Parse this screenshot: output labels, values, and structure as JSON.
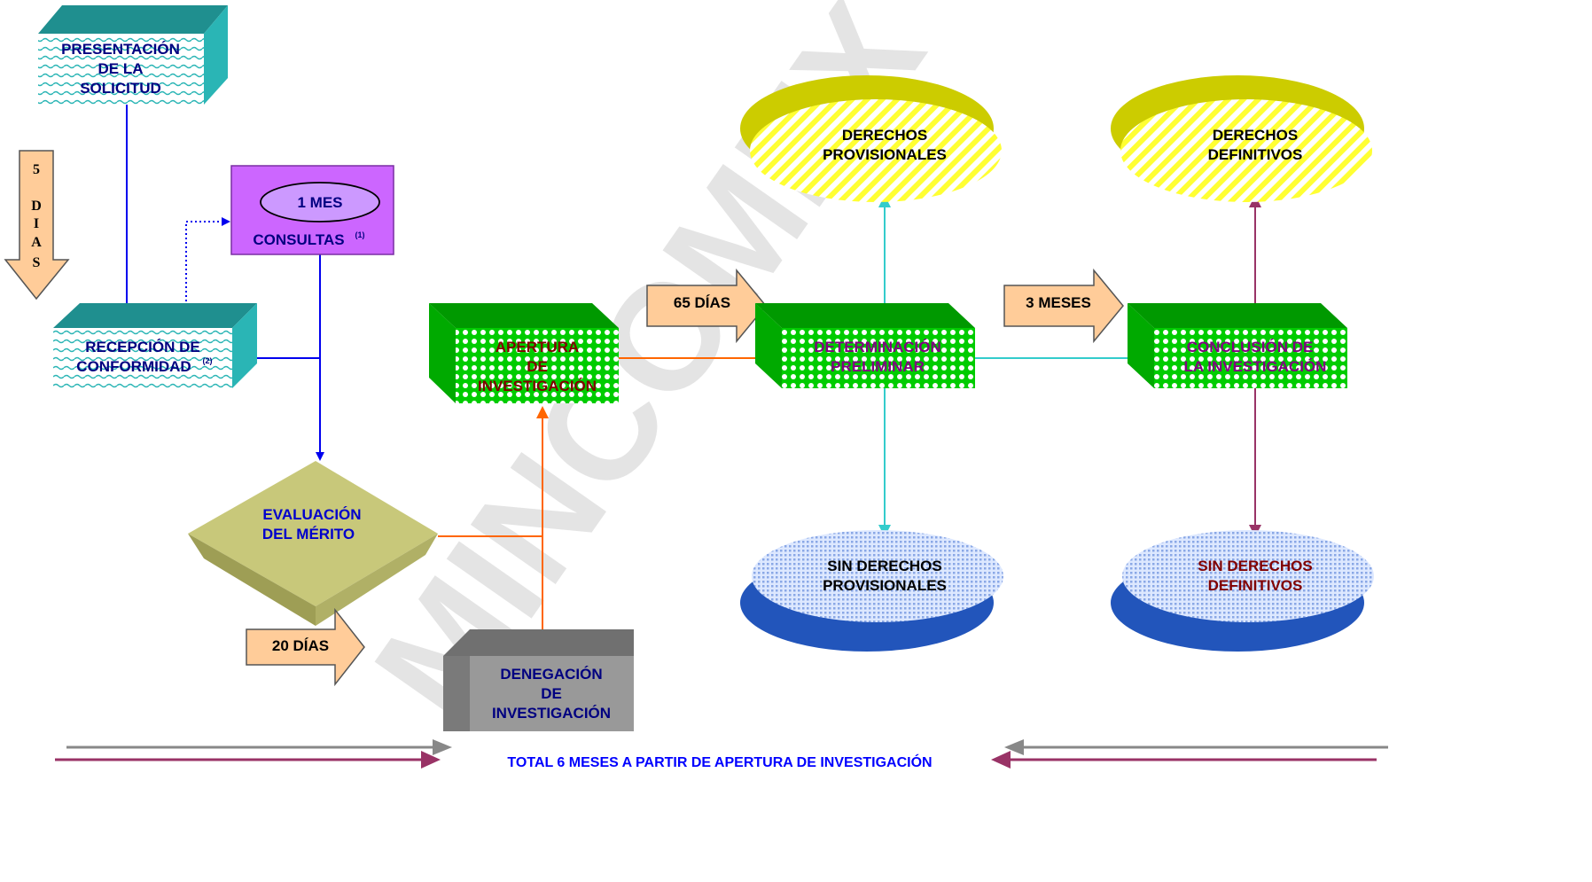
{
  "watermark": "MINCOMEX",
  "colors": {
    "teal_box": "#2ab5b5",
    "consultas_box": "#cc66ff",
    "green_box": "#00cc00",
    "gray_box": "#999999",
    "merit_diamond": "#c8c87a",
    "yellow_disc": "#ffff33",
    "blue_disc": "#3366cc",
    "blue_arrow": "#0000ee",
    "orange_arrow": "#ff6600",
    "cyan_arrow": "#33cccc",
    "purple_arrow": "#993366",
    "label_blue": "#000080",
    "label_red": "#800000",
    "label_purple": "#800080",
    "timer_fill": "#ffcc99",
    "footer_text": "#0000ff"
  },
  "nodes": {
    "presentacion": {
      "lines": [
        "PRESENTACIÓN",
        "DE LA",
        "SOLICITUD"
      ]
    },
    "recepcion": {
      "lines": [
        "RECEPCIÓN DE",
        "CONFORMIDAD"
      ],
      "footnote": "(2)"
    },
    "consultas": {
      "oval": "1 MES",
      "label": "CONSULTAS",
      "footnote": "(1)"
    },
    "evaluacion": {
      "lines": [
        "EVALUACIÓN",
        "DEL MÉRITO"
      ]
    },
    "denegacion": {
      "lines": [
        "DENEGACIÓN",
        "DE",
        "INVESTIGACIÓN"
      ]
    },
    "apertura": {
      "lines": [
        "APERTURA",
        "DE",
        "INVESTIGACIÓN"
      ]
    },
    "determinacion": {
      "lines": [
        "DETERMINACIÓN",
        "PRELIMINAR"
      ]
    },
    "conclusion": {
      "lines": [
        "CONCLUSIÓN DE",
        "LA INVESTIGACIÓN"
      ]
    },
    "derechos_provisionales": {
      "lines": [
        "DERECHOS",
        "PROVISIONALES"
      ]
    },
    "derechos_definitivos": {
      "lines": [
        "DERECHOS",
        "DEFINITIVOS"
      ]
    },
    "sin_provisionales": {
      "lines": [
        "SIN DERECHOS",
        "PROVISIONALES"
      ]
    },
    "sin_definitivos": {
      "lines": [
        "SIN DERECHOS",
        "DEFINITIVOS"
      ]
    }
  },
  "timers": {
    "cinco_dias": [
      "5",
      "D",
      "I",
      "A",
      "S"
    ],
    "veinte_dias": "20 DÍAS",
    "sesenta_cinco_dias": "65 DÍAS",
    "tres_meses": "3 MESES"
  },
  "footer": "TOTAL 6 MESES A PARTIR DE APERTURA DE INVESTIGACIÓN"
}
